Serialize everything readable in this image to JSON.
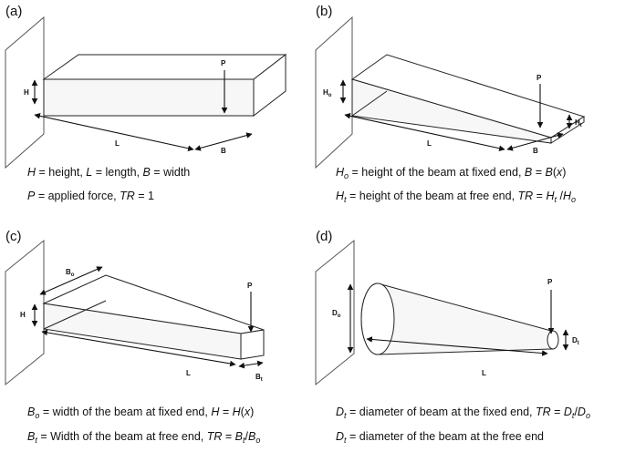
{
  "panels": {
    "a": {
      "tag": "(a)",
      "labels": {
        "H": "H",
        "L": "L",
        "B": "B",
        "P": "P"
      },
      "line1": {
        "t1": "H",
        "t2": " = height, ",
        "t3": "L",
        "t4": " = length, ",
        "t5": "B",
        "t6": " = width"
      },
      "line2": {
        "t1": "P",
        "t2": " = applied force, ",
        "t3": "TR",
        "t4": " = 1"
      }
    },
    "b": {
      "tag": "(b)",
      "labels": {
        "H": "H",
        "Hsub": "o",
        "Ht": "H",
        "Htsub": "t",
        "L": "L",
        "B": "B",
        "P": "P"
      },
      "line1": {
        "t1": "H",
        "t1s": "o",
        "t2": " = height of the beam at fixed end, ",
        "t3": "B",
        "t4": " = ",
        "t5": "B",
        "t6": "(",
        "t7": "x",
        "t8": ")"
      },
      "line2": {
        "t1": "H",
        "t1s": "t",
        "t2": " = height of the beam at free end, ",
        "t3": "TR",
        "t4": " = ",
        "t5": "H",
        "t5s": "t",
        "t6": " /",
        "t7": "H",
        "t7s": "o"
      }
    },
    "c": {
      "tag": "(c)",
      "labels": {
        "Bo": "B",
        "Bosub": "o",
        "H": "H",
        "L": "L",
        "Bt": "B",
        "Btsub": "t",
        "P": "P"
      },
      "line1": {
        "t1": "B",
        "t1s": "o",
        "t2": " = width of the beam at fixed end, ",
        "t3": "H",
        "t4": " = ",
        "t5": "H",
        "t6": "(",
        "t7": "x",
        "t8": ")"
      },
      "line2": {
        "t1": "B",
        "t1s": "t",
        "t2": " = Width of the beam at free end, ",
        "t3": "TR",
        "t4": " = ",
        "t5": "B",
        "t5s": "t",
        "t6": "/",
        "t7": "B",
        "t7s": "o"
      }
    },
    "d": {
      "tag": "(d)",
      "labels": {
        "Do": "D",
        "Dosub": "o",
        "Dt": "D",
        "Dtsub": "t",
        "L": "L",
        "P": "P"
      },
      "line1": {
        "t1": "D",
        "t1s": "t",
        "t2": " = diameter of beam at the fixed end, ",
        "t3": "TR",
        "t4": " = ",
        "t5": "D",
        "t5s": "t",
        "t6": "/",
        "t7": "D",
        "t7s": "o"
      },
      "line2": {
        "t1": "D",
        "t1s": "t",
        "t2": " = diameter of the beam at the free end"
      }
    }
  }
}
